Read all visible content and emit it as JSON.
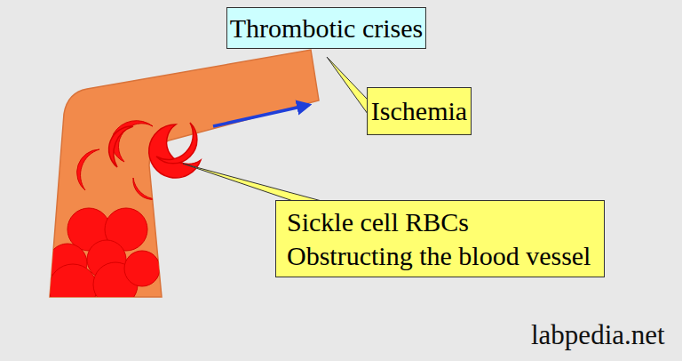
{
  "diagram": {
    "title": "Thrombotic crises",
    "nodes": [
      {
        "text": [
          "Ischemia"
        ]
      },
      {
        "text": [
          "Sickle cell RBCs Obstructing the blood vessel"
        ]
      }
    ],
    "labels": [
      "labpedia.net"
    ]
  }
}
